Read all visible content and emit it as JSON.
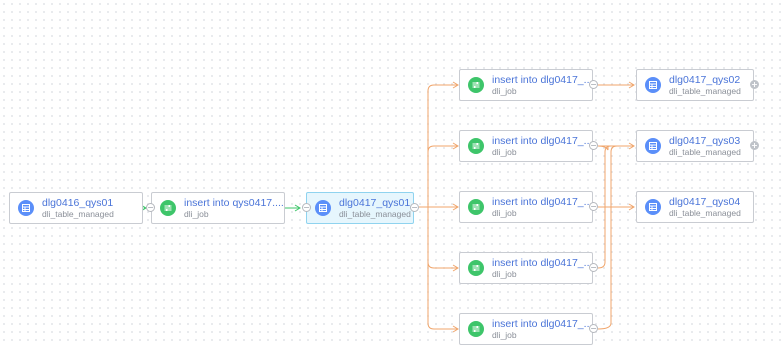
{
  "colors": {
    "edge_green": "#3ec56a",
    "edge_orange": "#f0a56b",
    "table_icon": "#5b8ff9",
    "job_icon": "#3ec56a",
    "selected_bg": "#e6f6fd"
  },
  "icons": {
    "table": "table-grid-icon",
    "job": "job-sliders-icon"
  },
  "nodes": [
    {
      "title": "dlg0416_qys01",
      "sub": "dli_table_managed"
    },
    {
      "title": "insert into qys0417....",
      "sub": "dli_job"
    },
    {
      "title": "dlg0417_qys01",
      "sub": "dli_table_managed"
    },
    {
      "title": "insert into dlg0417_...",
      "sub": "dli_job"
    },
    {
      "title": "insert into dlg0417_...",
      "sub": "dli_job"
    },
    {
      "title": "insert into dlg0417_...",
      "sub": "dli_job"
    },
    {
      "title": "insert into dlg0417_...",
      "sub": "dli_job"
    },
    {
      "title": "insert into dlg0417_...",
      "sub": "dli_job"
    },
    {
      "title": "dlg0417_qys02",
      "sub": "dli_table_managed"
    },
    {
      "title": "dlg0417_qys03",
      "sub": "dli_table_managed"
    },
    {
      "title": "dlg0417_qys04",
      "sub": "dli_table_managed"
    }
  ],
  "port_symbol": "−",
  "expand_symbol": "+"
}
